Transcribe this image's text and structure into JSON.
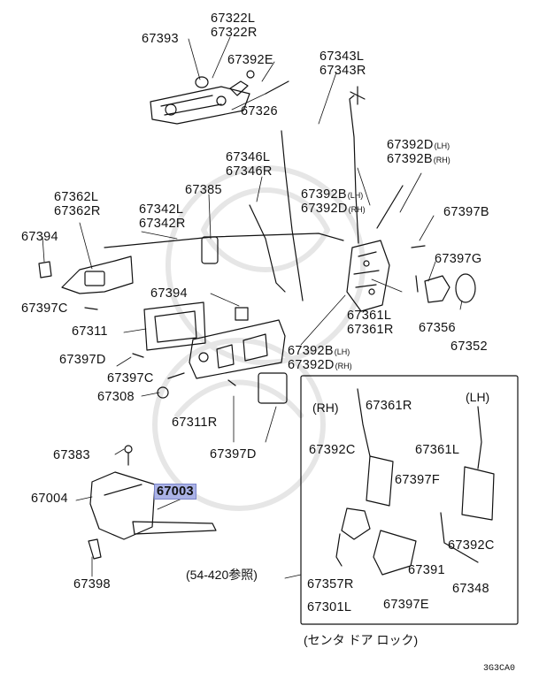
{
  "labels": {
    "p67393": "67393",
    "p67322l": "67322L",
    "p67322r": "67322R",
    "p67392e": "67392E",
    "p67326": "67326",
    "p67343l": "67343L",
    "p67343r": "67343R",
    "p67392d_a": "67392D",
    "p67392b_a": "67392B",
    "p67346l": "67346L",
    "p67346r": "67346R",
    "p67385": "67385",
    "p67392b_b": "67392B",
    "p67392d_b": "67392D",
    "p67362l": "67362L",
    "p67362r": "67362R",
    "p67342l": "67342L",
    "p67342r": "67342R",
    "p67397b": "67397B",
    "p67394_a": "67394",
    "p67397g": "67397G",
    "p67397c_a": "67397C",
    "p67394_b": "67394",
    "p67361l_a": "67361L",
    "p67361r_a": "67361R",
    "p67356": "67356",
    "p67311": "67311",
    "p67352": "67352",
    "p67397d_a": "67397D",
    "p67392b_c": "67392B",
    "p67392d_c": "67392D",
    "p67397c_b": "67397C",
    "p67308": "67308",
    "p67311r": "67311R",
    "p67397d_b": "67397D",
    "p67383": "67383",
    "p67004": "67004",
    "p67003": "67003",
    "p67398": "67398",
    "p67361r_b": "67361R",
    "p67392c_a": "67392C",
    "p67361l_b": "67361L",
    "p67397f": "67397F",
    "p67392c_b": "67392C",
    "p67391": "67391",
    "p67348": "67348",
    "p67357r": "67357R",
    "p67301l": "67301L",
    "p67397e": "67397E"
  },
  "suffixes": {
    "lh": "(LH)",
    "rh": "(RH)"
  },
  "headers": {
    "rh": "(RH)",
    "lh": "(LH)"
  },
  "notes": {
    "ref": "(54-420参照)",
    "center_door_lock": "(センタ ドア ロック)",
    "figure_code": "3G3CA0"
  }
}
